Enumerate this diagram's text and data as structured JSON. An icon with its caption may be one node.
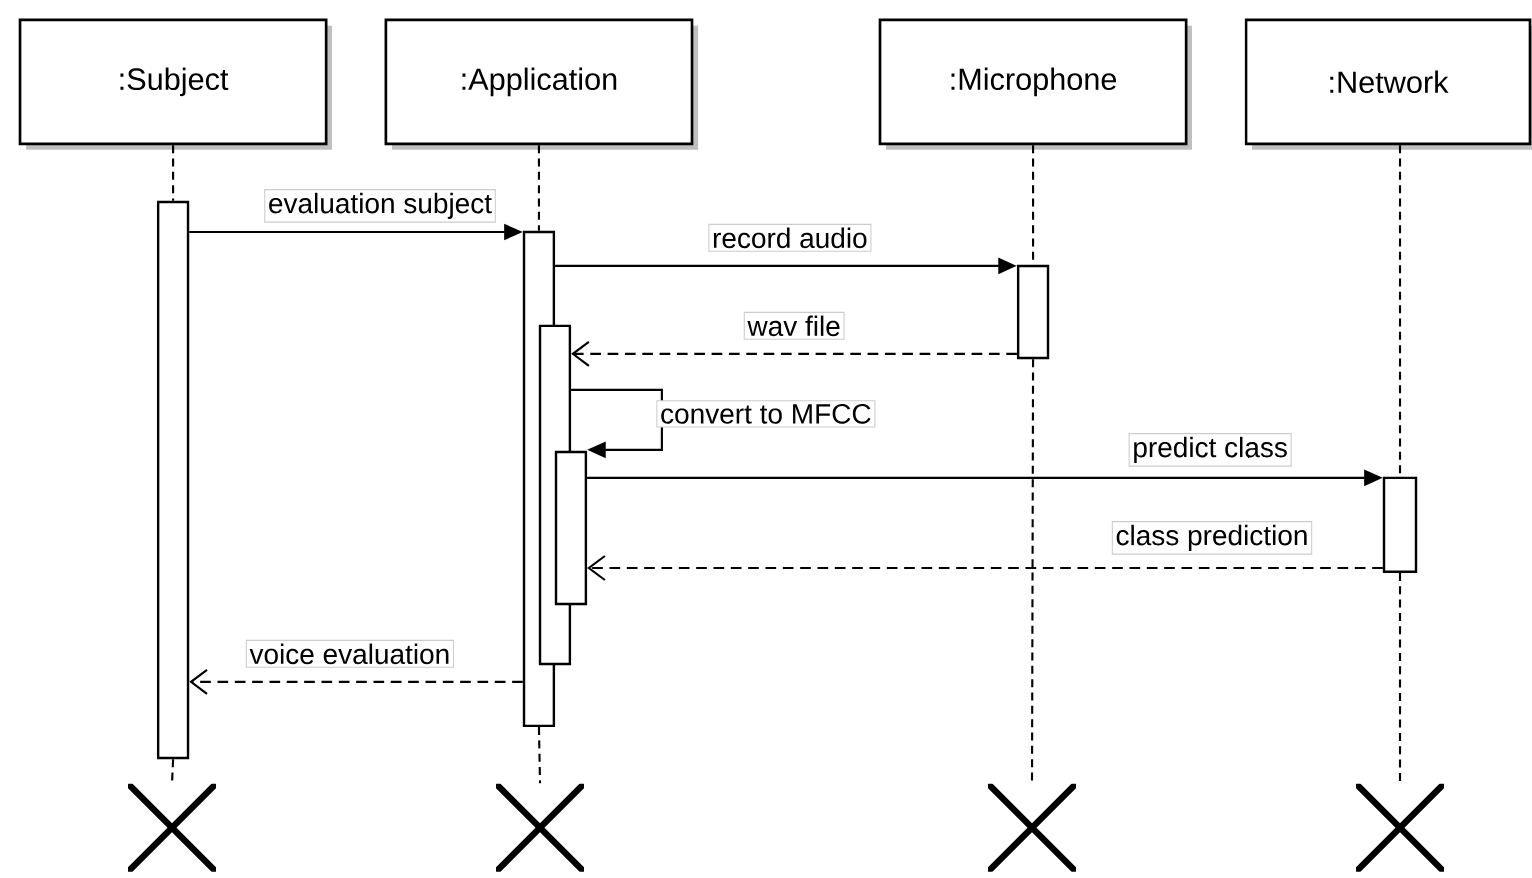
{
  "diagram": {
    "nodes": [
      {
        "text": [
          ":Subject"
        ]
      },
      {
        "text": [
          ":Application"
        ]
      },
      {
        "text": [
          ":Microphone"
        ]
      },
      {
        "text": [
          ":Network"
        ]
      },
      {
        "text": [],
        "shape": "bar"
      },
      {
        "text": [],
        "shape": "bar"
      },
      {
        "text": [],
        "shape": "bar"
      },
      {
        "text": [],
        "shape": "bar"
      },
      {
        "text": [],
        "shape": "bar"
      },
      {
        "text": [],
        "shape": "bar"
      },
      {
        "text": [],
        "shape": "cross"
      },
      {
        "text": [],
        "shape": "cross"
      },
      {
        "text": [],
        "shape": "cross"
      },
      {
        "text": [],
        "shape": "cross"
      }
    ],
    "edges": [
      {
        "from": 4,
        "to": 5,
        "arrow": "to",
        "label": "evaluation subject"
      },
      {
        "from": 5,
        "to": 8,
        "arrow": "to",
        "label": "record audio"
      },
      {
        "from": 8,
        "to": 6,
        "arrow": "to",
        "label": "wav file",
        "style": "dashed"
      },
      {
        "from": 6,
        "to": 7,
        "arrow": "to",
        "label": "convert to MFCC"
      },
      {
        "from": 7,
        "to": 9,
        "arrow": "to",
        "label": "predict class"
      },
      {
        "from": 9,
        "to": 7,
        "arrow": "to",
        "label": "class prediction",
        "style": "dashed"
      },
      {
        "from": 5,
        "to": 4,
        "arrow": "to",
        "label": "voice evaluation",
        "style": "dashed"
      },
      {
        "from": 0,
        "to": 4,
        "arrow": "none",
        "style": "dashed"
      },
      {
        "from": 4,
        "to": 10,
        "arrow": "none",
        "style": "dashed"
      },
      {
        "from": 1,
        "to": 5,
        "arrow": "none",
        "style": "dashed"
      },
      {
        "from": 5,
        "to": 11,
        "arrow": "none",
        "style": "dashed"
      },
      {
        "from": 2,
        "to": 8,
        "arrow": "none",
        "style": "dashed"
      },
      {
        "from": 8,
        "to": 12,
        "arrow": "none",
        "style": "dashed"
      },
      {
        "from": 3,
        "to": 9,
        "arrow": "none",
        "style": "dashed"
      },
      {
        "from": 9,
        "to": 13,
        "arrow": "none",
        "style": "dashed"
      }
    ]
  }
}
